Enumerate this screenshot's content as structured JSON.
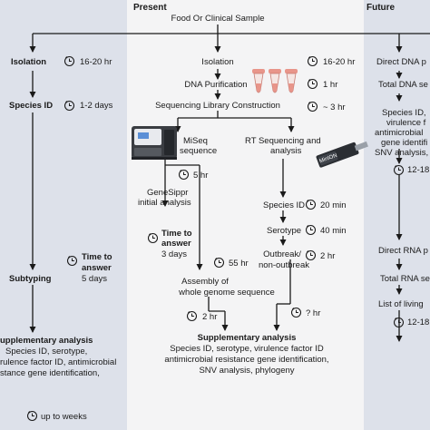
{
  "headers": {
    "present": "Present",
    "future": "Future"
  },
  "root": "Food Or Clinical Sample",
  "past": {
    "isolation_label": "Isolation",
    "isolation_time": "16-20 hr",
    "species_label": "Species ID",
    "species_time": "1-2 days",
    "subtyping_label": "Subtyping",
    "answer_label_1": "Time to",
    "answer_label_2": "answer",
    "answer_time": "5 days",
    "supp_title": "upplementary analysis",
    "supp_line1": "Species ID, serotype,",
    "supp_line2": "rulence factor ID, antimicrobial",
    "supp_line3": "stance gene identification,",
    "supp_time": "up to weeks"
  },
  "present": {
    "isolation": "Isolation",
    "isolation_time": "16-20 hr",
    "dna": "DNA Purification",
    "dna_time": "1 hr",
    "library": "Sequencing Library Construction",
    "library_time": "~ 3 hr",
    "miseq1": "MiSeq",
    "miseq2": "sequence",
    "miseq_time": "5 hr",
    "genesippr1": "GeneSippr",
    "genesippr2": "initial analysis",
    "answer1": "Time to",
    "answer2": "answer",
    "answer_time": "3 days",
    "assembly_time": "55 hr",
    "assembly1": "Assembly of",
    "assembly2": "whole genome sequence",
    "assembly_after": "2 hr",
    "rt1": "RT Sequencing and",
    "rt2": "analysis",
    "minion_label": "MinION",
    "species": "Species ID",
    "species_time": "20 min",
    "serotype": "Serotype",
    "serotype_time": "40 min",
    "outbreak1": "Outbreak/",
    "outbreak2": "non-outbreak",
    "outbreak_time": "2 hr",
    "unknown_time": "? hr",
    "supp_title": "Supplementary analysis",
    "supp_line1": "Species ID, serotype, virulence factor ID",
    "supp_line2": "antimicrobial resistance gene identification,",
    "supp_line3": "SNV analysis, phylogeny"
  },
  "future": {
    "direct_dna": "Direct DNA p",
    "total_dna": "Total DNA se",
    "species1": "Species ID,",
    "species2": "virulence f",
    "species3": "antimicrobial",
    "species4": "gene identifi",
    "species5": "SNV analysis,",
    "time1": "12-18",
    "direct_rna": "Direct RNA p",
    "total_rna": "Total RNA se",
    "living": "List of living",
    "time2": "12-18"
  },
  "colors": {
    "past_bg": "#dde1ea",
    "present_bg": "#f4f4f5",
    "future_bg": "#dde1ea",
    "line": "#1a1a1a",
    "tube_cap": "#e8958a"
  }
}
